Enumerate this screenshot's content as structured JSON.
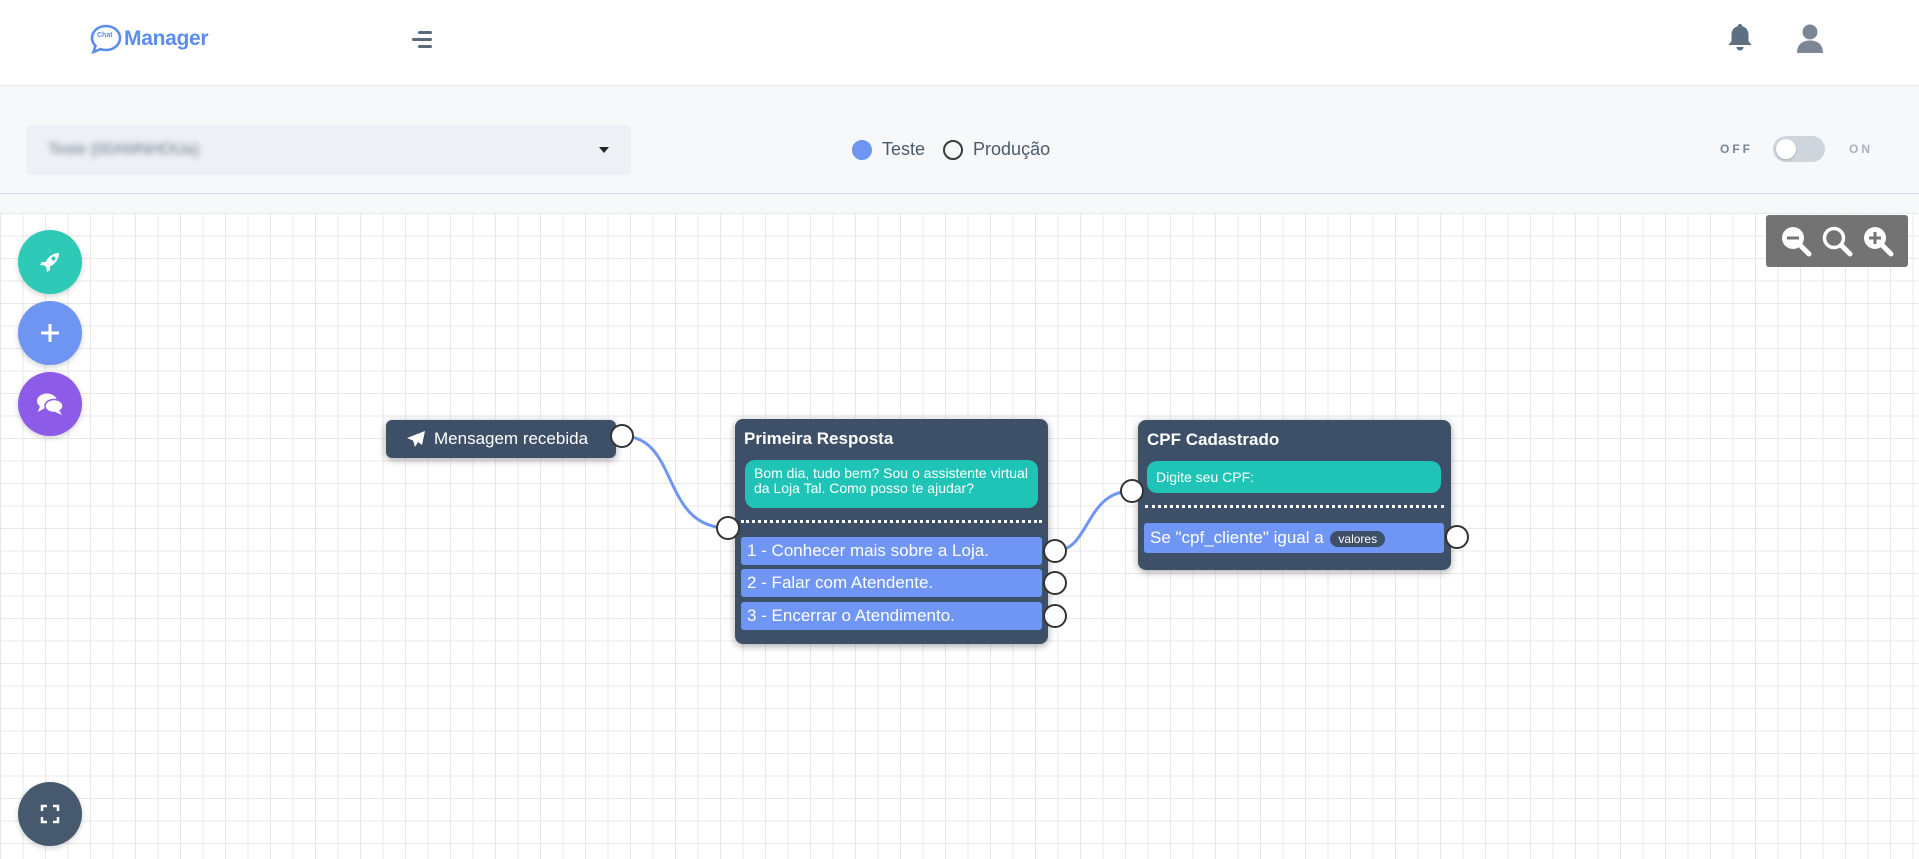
{
  "header": {
    "logo_small": "Chat",
    "logo_text": "Manager",
    "menu_icon": "menu-toggle-icon",
    "notification_icon": "bell-icon",
    "user_icon": "user-icon"
  },
  "toolbar": {
    "flow_select_value": "Teste (00AMNHOUa)",
    "environment_options": [
      {
        "label": "Teste",
        "selected": true
      },
      {
        "label": "Produção",
        "selected": false
      }
    ],
    "switch_off_label": "OFF",
    "switch_on_label": "ON",
    "switch_state": "off"
  },
  "canvas": {
    "fab_icons": [
      "rocket-icon",
      "plus-icon",
      "chat-bubbles-icon",
      "fullscreen-icon"
    ],
    "zoom_icons": [
      "zoom-out-icon",
      "zoom-reset-icon",
      "zoom-in-icon"
    ]
  },
  "nodes": {
    "trigger": {
      "icon": "send-icon",
      "title": "Mensagem recebida"
    },
    "primeira": {
      "title": "Primeira Resposta",
      "message": "Bom dia, tudo bem? Sou o assistente virtual da Loja Tal. Como posso te ajudar?",
      "options": [
        "1 - Conhecer mais sobre a Loja.",
        "2 - Falar com Atendente.",
        "3 - Encerrar o Atendimento."
      ]
    },
    "cpf": {
      "title": "CPF Cadastrado",
      "message": "Digite seu CPF:",
      "condition_text": "Se \"cpf_cliente\" igual a",
      "condition_pill": "valores"
    }
  },
  "colors": {
    "accent": "#6f96f5",
    "teal": "#1fc4b7",
    "node_bg": "#3d5068",
    "purple": "#8c5ce8"
  }
}
